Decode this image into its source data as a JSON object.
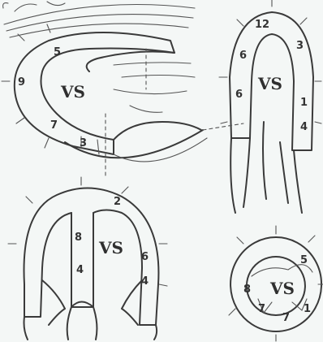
{
  "cavity_label": "VS",
  "views": [
    {
      "name": "long-axis-view",
      "cavity": "VS",
      "segments": [
        "9",
        "5",
        "7",
        "3"
      ]
    },
    {
      "name": "two-chamber-view",
      "cavity": "VS",
      "segments": [
        "6",
        "12",
        "3",
        "1",
        "6",
        "4"
      ]
    },
    {
      "name": "four-chamber-view",
      "cavity": "VS",
      "segments": [
        "2",
        "8",
        "4",
        "6",
        "4"
      ]
    },
    {
      "name": "short-axis-view",
      "cavity": "VS",
      "segments": [
        "5",
        "8",
        "7",
        "7",
        "1"
      ]
    }
  ],
  "colors": {
    "ink": "#3a3a3a",
    "wall": "#d8dcdc",
    "paper": "#f4f7f6"
  }
}
